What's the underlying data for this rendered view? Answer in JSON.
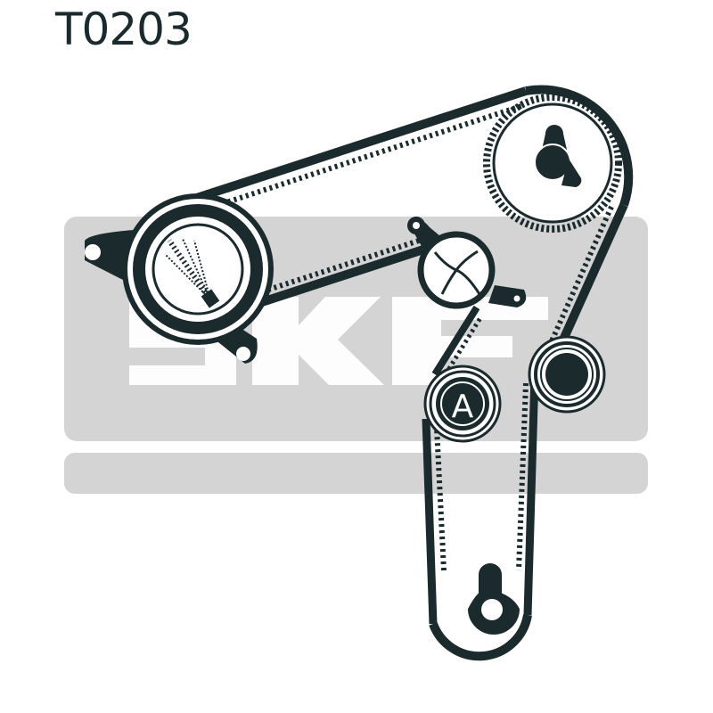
{
  "title": "T0203",
  "diagram": {
    "type": "timing-belt-routing",
    "background_logo": {
      "text": "SKF",
      "color": "#d4d4d4"
    },
    "ink_color": "#1b2a2d",
    "components": [
      {
        "id": "tensioner",
        "label": "",
        "description": "Tensioner pulley with mounting plate and eccentric adjustment indicator"
      },
      {
        "id": "camshaft-sprocket",
        "label": "",
        "description": "Large toothed camshaft sprocket (upper right)"
      },
      {
        "id": "water-pump",
        "label": "",
        "description": "Water pump pulley with impeller symbol and mounting lugs"
      },
      {
        "id": "auxiliary-pulley-a",
        "label": "A",
        "description": "Pulley marked A"
      },
      {
        "id": "idler-pulley",
        "label": "",
        "description": "Plain idler pulley"
      },
      {
        "id": "crankshaft-sprocket",
        "label": "",
        "description": "Crankshaft sprocket (bottom) with keyway"
      }
    ]
  }
}
